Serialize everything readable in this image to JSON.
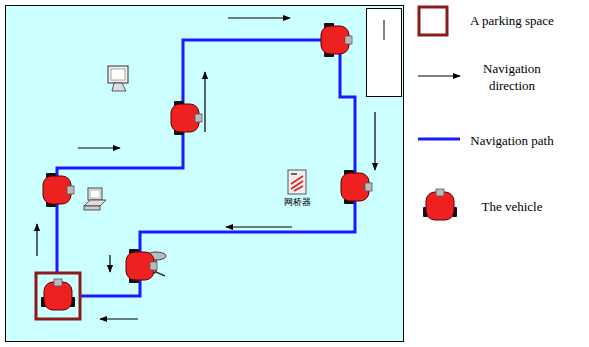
{
  "diagram": {
    "labels": [
      "网桥器"
    ],
    "legend": [
      {
        "text": "A parking space"
      },
      {
        "text": "Navigation direction"
      },
      {
        "text": "Navigation path"
      },
      {
        "text": "The vehicle"
      }
    ]
  }
}
